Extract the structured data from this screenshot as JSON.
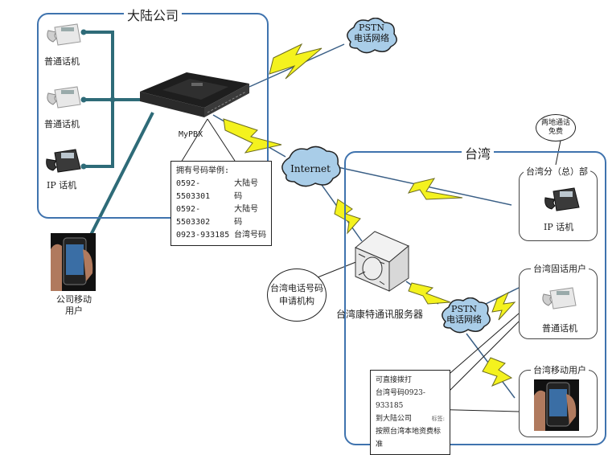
{
  "regions": {
    "mainland": {
      "title": "大陆公司"
    },
    "taiwan": {
      "title": "台湾"
    }
  },
  "mainland": {
    "phones": [
      {
        "label": "普通话机",
        "type": "desk-phone"
      },
      {
        "label": "普通话机",
        "type": "desk-phone"
      },
      {
        "label": "IP 话机",
        "type": "ip-phone"
      }
    ],
    "pbx": {
      "label": "MyPBX"
    },
    "callout": {
      "heading": "拥有号码举例:",
      "rows": [
        {
          "number": "0592-5503301",
          "type": "大陆号码"
        },
        {
          "number": "0592-5503302",
          "type": "大陆号码"
        },
        {
          "number": "0923-933185",
          "type": "台湾号码"
        }
      ]
    },
    "mobile": {
      "label_line1": "公司移动",
      "label_line2": "用户"
    }
  },
  "clouds": {
    "pstn_top": {
      "line1": "PSTN",
      "line2": "电话网络"
    },
    "internet": {
      "line1": "Internet"
    },
    "pstn_bottom": {
      "line1": "PSTN",
      "line2": "电话网络"
    }
  },
  "taiwan": {
    "free_call_oval": {
      "line1": "两地通话",
      "line2": "免费"
    },
    "branch": {
      "title": "台湾分（总）部",
      "device_label": "IP 话机"
    },
    "landline": {
      "title": "台湾固话用户",
      "device_label": "普通话机"
    },
    "mobile_user": {
      "title": "台湾移动用户"
    },
    "server": {
      "label": "台湾康特通讯服务器"
    },
    "applicant_oval": {
      "line1": "台湾电话号码",
      "line2": "申请机构"
    },
    "callout": {
      "lines": [
        "可直接拨打",
        "台湾号码0923-933185",
        "到大陆公司",
        "按照台湾本地资费标准"
      ],
      "tag": "标签:"
    }
  },
  "colors": {
    "region_border": "#3f73ae",
    "cable": "#2e6b78",
    "lightning_fill": "#f4f21e",
    "cloud_fill": "#a9cde8"
  }
}
